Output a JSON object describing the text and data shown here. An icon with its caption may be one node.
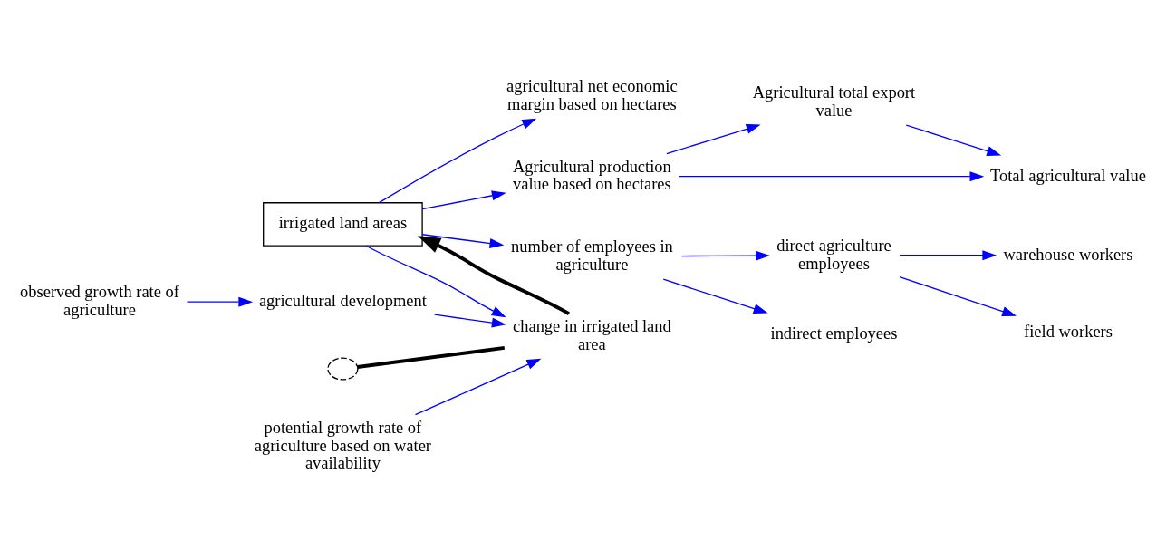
{
  "diagram": {
    "nodes": [
      {
        "text": [
          "agricultural net economic margin based on hectares"
        ]
      },
      {
        "text": [
          "observed growth rate of agriculture"
        ]
      },
      {
        "text": [
          "Agricultural production value based on hectares"
        ]
      },
      {
        "text": [
          "agricultural development"
        ]
      },
      {
        "text": [
          "Agricultural total export value"
        ]
      },
      {
        "text": [
          "warehouse workers"
        ]
      },
      {
        "text": [
          "field workers"
        ]
      },
      {
        "text": [
          "irrigated land areas"
        ]
      },
      {
        "text": [
          "Total agricultural value"
        ]
      },
      {
        "text": [],
        "shape": "cloud"
      },
      {
        "text": [
          "change in irrigated land area"
        ]
      },
      {
        "text": [
          "direct agriculture employees"
        ]
      },
      {
        "text": [
          "number of employees in agriculture"
        ]
      },
      {
        "text": [
          "indirect employees"
        ]
      },
      {
        "text": [
          "potential growth rate of agriculture based on water availability"
        ]
      }
    ],
    "edges": [
      {
        "from": 7,
        "to": 0,
        "arrow": "to"
      },
      {
        "from": 1,
        "to": 3,
        "arrow": "to"
      },
      {
        "from": 7,
        "to": 2,
        "arrow": "to"
      },
      {
        "from": 2,
        "to": 4,
        "arrow": "to"
      },
      {
        "from": 2,
        "to": 8,
        "arrow": "to"
      },
      {
        "from": 4,
        "to": 8,
        "arrow": "to"
      },
      {
        "from": 3,
        "to": 10,
        "arrow": "to"
      },
      {
        "from": 7,
        "to": 10,
        "arrow": "to"
      },
      {
        "from": 9,
        "to": 10,
        "arrow": "none",
        "style": "thick",
        "color": "#000000"
      },
      {
        "from": 10,
        "to": 7,
        "arrow": "to",
        "style": "thick",
        "color": "#000000"
      },
      {
        "from": 7,
        "to": 12,
        "arrow": "to"
      },
      {
        "from": 12,
        "to": 11,
        "arrow": "to"
      },
      {
        "from": 11,
        "to": 5,
        "arrow": "to"
      },
      {
        "from": 11,
        "to": 6,
        "arrow": "to"
      },
      {
        "from": 12,
        "to": 13,
        "arrow": "to"
      },
      {
        "from": 14,
        "to": 10,
        "arrow": "to"
      }
    ]
  }
}
